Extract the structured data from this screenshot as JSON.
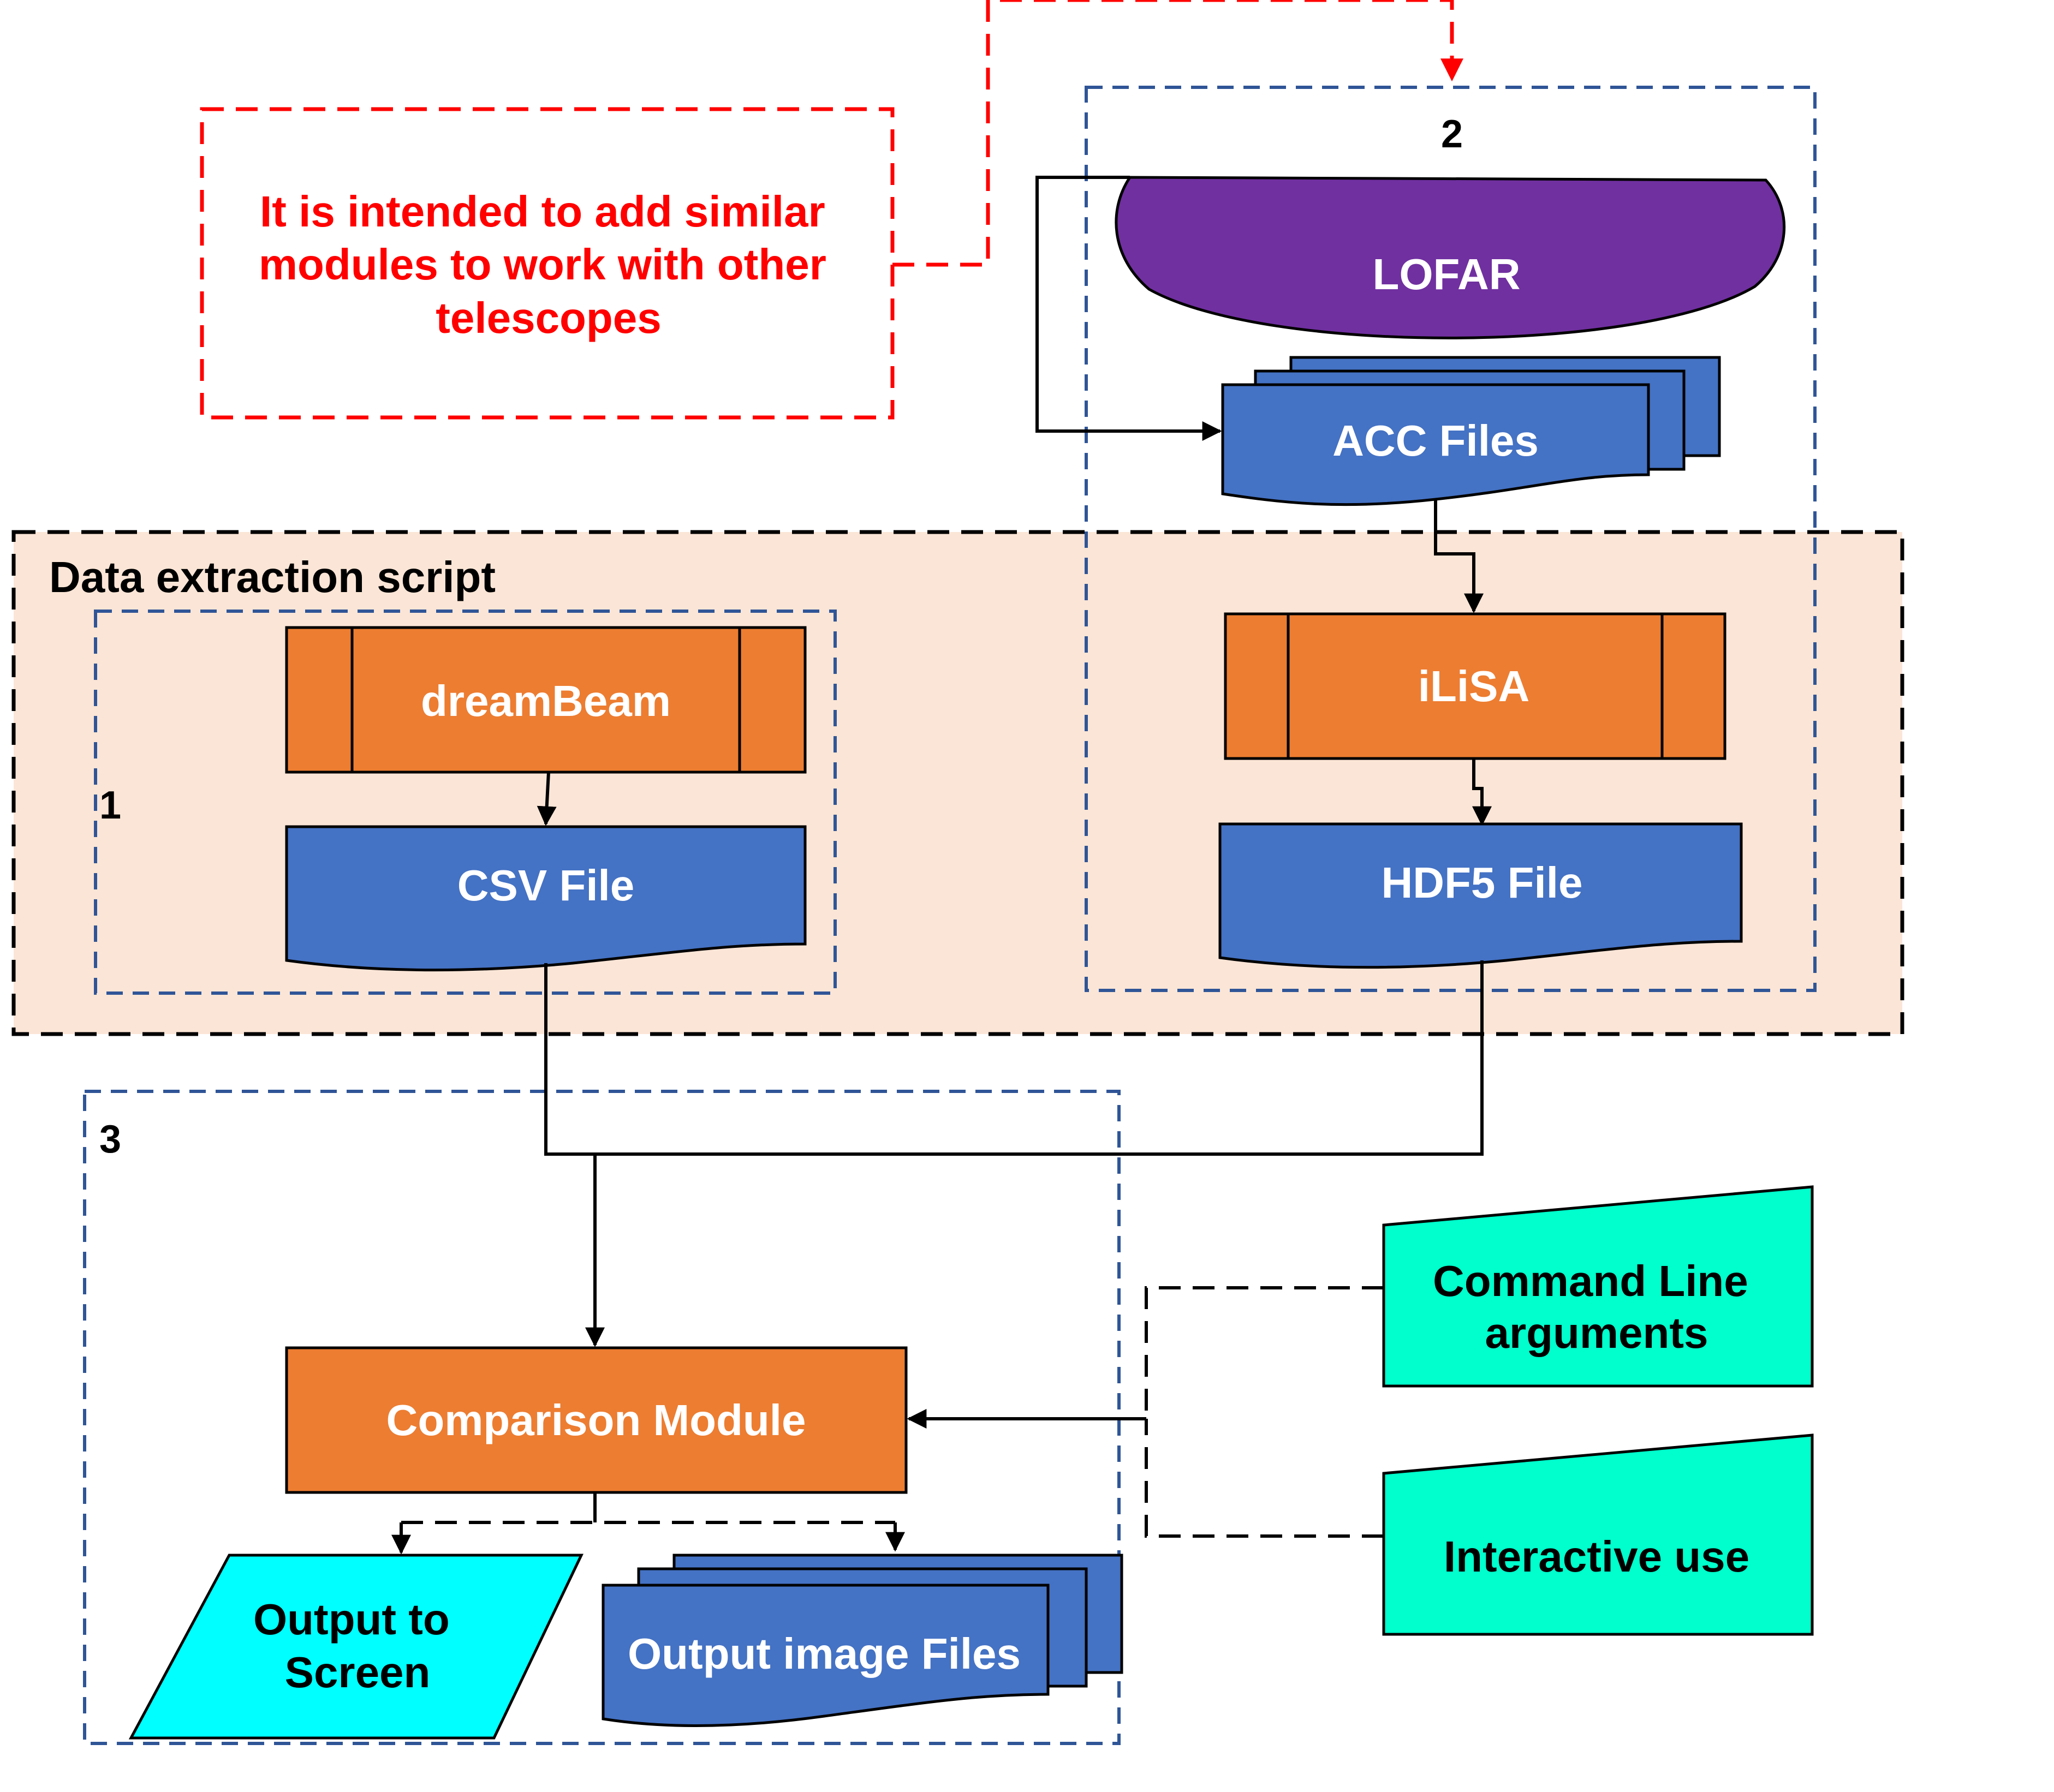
{
  "note": {
    "lines": [
      "It is intended to add similar",
      "modules to work with other",
      "telescopes"
    ],
    "color": "#ff0000"
  },
  "groups": {
    "module_1": "1",
    "module_2": "2",
    "module_3": "3",
    "data_extraction": "Data extraction script"
  },
  "nodes": {
    "lofar": "LOFAR",
    "acc_files": "ACC Files",
    "ilisa": "iLiSA",
    "hdf5_file": "HDF5 File",
    "dreambeam": "dreamBeam",
    "csv_file": "CSV File",
    "comparison_module": "Comparison Module",
    "command_line": [
      "Command Line",
      "arguments"
    ],
    "interactive_use": "Interactive use",
    "output_screen": [
      "Output to",
      "Screen"
    ],
    "output_images": "Output image Files"
  },
  "colors": {
    "purple": "#7030a0",
    "blue": "#4472c4",
    "orange": "#ed7d31",
    "teal": "#00ffcc",
    "cyan": "#00ffff",
    "peach": "#fbe5d6",
    "group_border": "#2f5597"
  }
}
